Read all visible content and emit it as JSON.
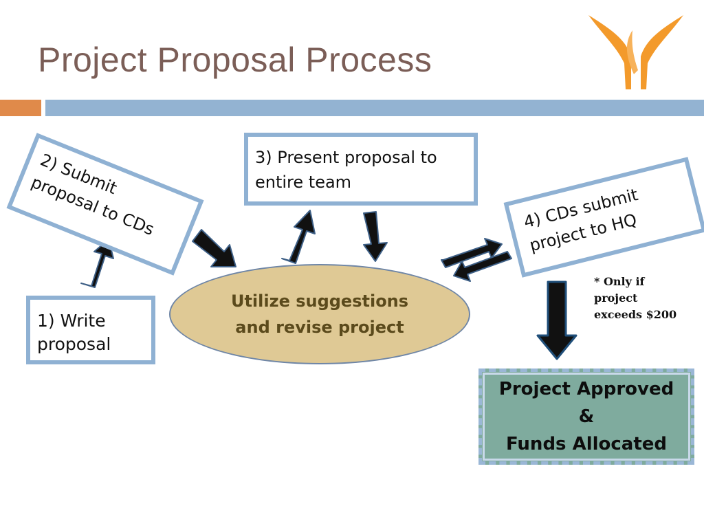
{
  "title": "Project Proposal Process",
  "steps": {
    "step1": [
      "1) Write",
      "proposal"
    ],
    "step2": [
      "2) Submit",
      "proposal to CDs"
    ],
    "step3": [
      "3) Present proposal to",
      "entire team"
    ],
    "step4": [
      "4) CDs submit",
      "project to HQ"
    ]
  },
  "center": [
    "Utilize suggestions",
    "and revise project"
  ],
  "note": [
    "* Only if",
    "project",
    "exceeds $200"
  ],
  "outcome": [
    "Project Approved",
    "&",
    "Funds Allocated"
  ],
  "colors": {
    "title": "#7b5e57",
    "accent_orange": "#e08a4a",
    "accent_blue": "#93b3d2",
    "box_border": "#8fb1d3",
    "ellipse_fill": "#dfc995",
    "outcome_fill": "#7fab9e",
    "arrow": "#111111"
  },
  "icons": {
    "logo": "orange-stylized-tree-logo-icon"
  }
}
